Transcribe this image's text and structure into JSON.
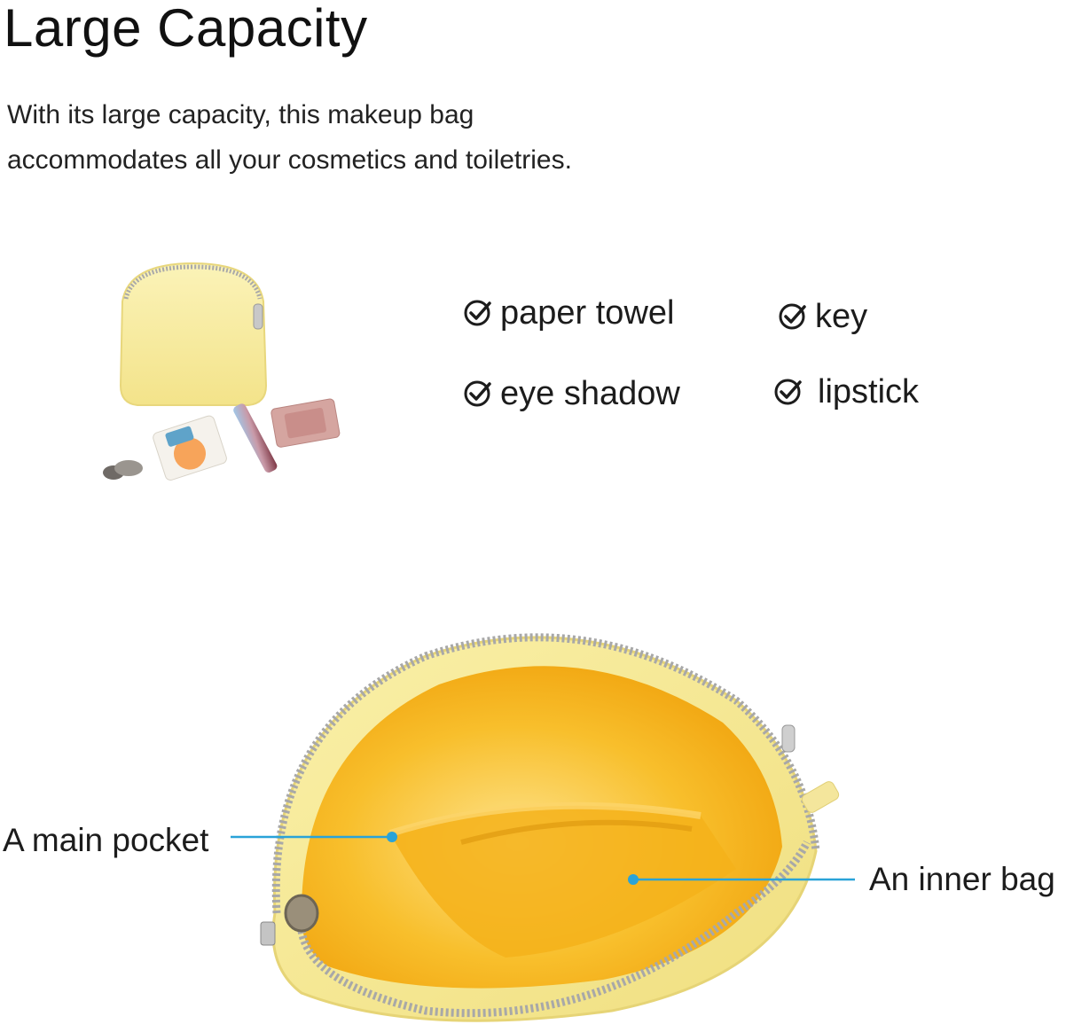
{
  "heading": {
    "title": "Large Capacity"
  },
  "description": {
    "line1": "With its large capacity, this makeup bag",
    "line2": "accommodates all your cosmetics and toiletries."
  },
  "checklist": {
    "icon": "check-circle-icon",
    "items": [
      {
        "label": "paper towel"
      },
      {
        "label": "key"
      },
      {
        "label": "eye shadow"
      },
      {
        "label": "lipstick"
      }
    ]
  },
  "callouts": {
    "main_pocket": "A main pocket",
    "inner_bag": "An inner bag"
  },
  "colors": {
    "bag_yellow": "#f7ea9a",
    "lining_orange": "#f7b51c",
    "leader_blue": "#2aa3d8",
    "text": "#1a1a1a"
  }
}
